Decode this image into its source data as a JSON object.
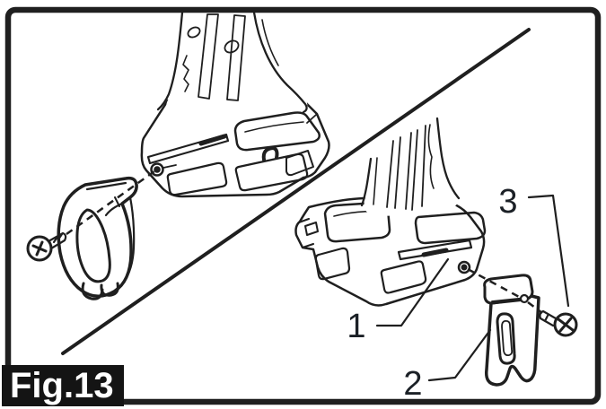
{
  "figure": {
    "label": "Fig.13",
    "callouts": [
      {
        "number": "1"
      },
      {
        "number": "2"
      },
      {
        "number": "3"
      }
    ]
  },
  "colors": {
    "line": "#1f1f1f",
    "background": "#ffffff",
    "figure_label_background": "#141414",
    "figure_label_text": "#ffffff",
    "callout_text": "#1b2026"
  }
}
